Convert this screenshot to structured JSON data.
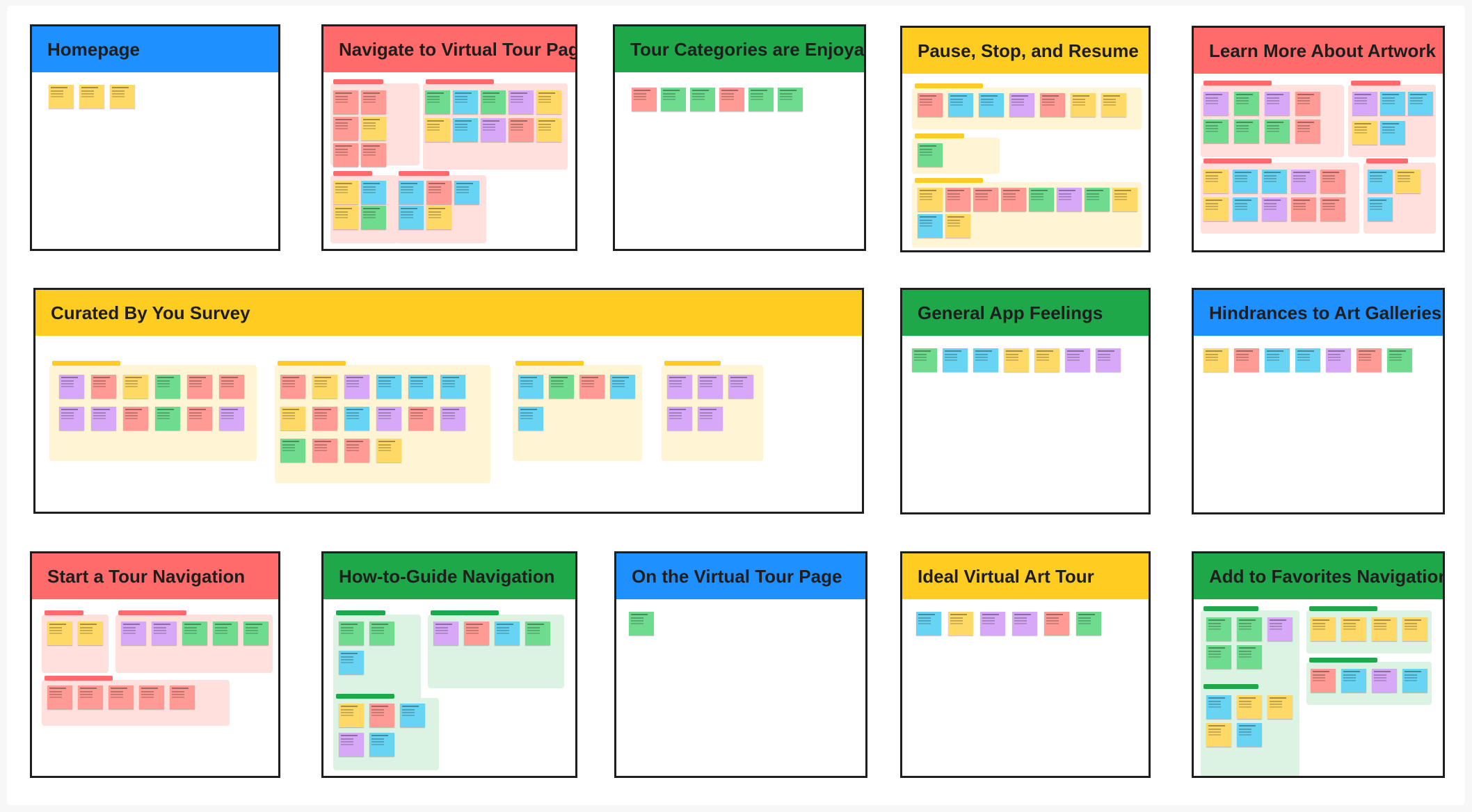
{
  "colors": {
    "blue": "#1e90ff",
    "red": "#ff6b6b",
    "green": "#1ea84a",
    "yellow": "#ffcc22",
    "sticky": {
      "yellow": "#ffd966",
      "pink": "#ff9a94",
      "green": "#6fdb8f",
      "blue": "#66d4f2",
      "purple": "#d6a8f7",
      "orange": "#ffbf5a"
    },
    "group": {
      "pink": "#ffe0dd",
      "yellow": "#fff4d4",
      "green": "#dcf3e4"
    }
  },
  "boards": [
    {
      "title": "Homepage",
      "color": "blue"
    },
    {
      "title": "Navigate to Virtual Tour Page",
      "color": "red"
    },
    {
      "title": "Tour Categories are Enjoyable",
      "color": "green"
    },
    {
      "title": "Pause, Stop, and Resume",
      "color": "yellow"
    },
    {
      "title": "Learn More About Artwork",
      "color": "red"
    },
    {
      "title": "Curated By You Survey",
      "color": "yellow"
    },
    {
      "title": "General App Feelings",
      "color": "green"
    },
    {
      "title": "Hindrances to Art Galleries / VR",
      "color": "blue"
    },
    {
      "title": "Start a Tour Navigation",
      "color": "red"
    },
    {
      "title": "How-to-Guide Navigation",
      "color": "green"
    },
    {
      "title": "On the Virtual Tour Page",
      "color": "blue"
    },
    {
      "title": "Ideal Virtual Art Tour",
      "color": "yellow"
    },
    {
      "title": "Add to Favorites Navigation",
      "color": "green"
    }
  ]
}
